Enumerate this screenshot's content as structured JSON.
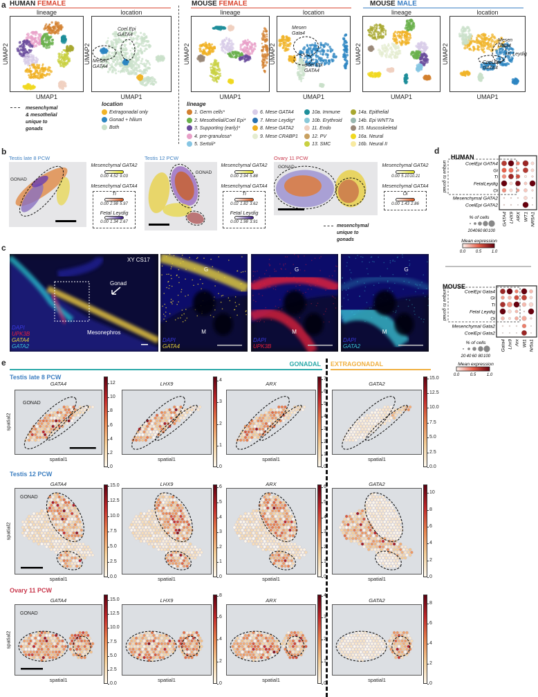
{
  "panel_labels": {
    "a": "a",
    "b": "b",
    "c": "c",
    "d": "d",
    "e": "e"
  },
  "a": {
    "groups": [
      {
        "species": "HUMAN",
        "sex": "FEMALE",
        "sex_color": "#d9452f",
        "panels": [
          {
            "title": "lineage",
            "xlabel": "UMAP1",
            "ylabel": "UMAP2",
            "annotations": []
          },
          {
            "title": "location",
            "xlabel": "UMAP1",
            "ylabel": "UMAP2",
            "annotations": [
              "Coel Epi\nGATA4",
              "Mesen\nGATA4"
            ]
          }
        ]
      },
      {
        "species": "MOUSE",
        "sex": "FEMALE",
        "sex_color": "#d9452f",
        "panels": [
          {
            "title": "lineage",
            "xlabel": "UMAP1",
            "ylabel": "UMAP2",
            "annotations": []
          },
          {
            "title": "location",
            "xlabel": "UMAP1",
            "ylabel": "UMAP2",
            "annotations": [
              "Mesen\nGata4",
              "Coel Epi\nGATA4"
            ]
          }
        ]
      },
      {
        "species": "MOUSE",
        "sex": "MALE",
        "sex_color": "#3b7fc4",
        "panels": [
          {
            "title": "lineage",
            "xlabel": "UMAP1",
            "ylabel": "UMAP2",
            "annotations": []
          },
          {
            "title": "location",
            "xlabel": "UMAP1",
            "ylabel": "UMAP2",
            "annotations": [
              "Mesen\nGata4",
              "F. Leydig",
              "Coel Epi\nGATA4"
            ]
          }
        ]
      }
    ],
    "note": "mesenchymal\n& mesothelial\nunique to gonads",
    "location_legend": {
      "title": "location",
      "items": [
        {
          "label": "Extragonadal only",
          "color": "#f0b429"
        },
        {
          "label": "Gonad + hilium",
          "color": "#2e86c1"
        },
        {
          "label": "Both",
          "color": "#c9e0c9"
        }
      ]
    },
    "lineage_legend": {
      "title": "lineage",
      "items": [
        {
          "label": "1. Germ cells*",
          "color": "#d3802f"
        },
        {
          "label": "2. Mesothelial/Coel Epi*",
          "color": "#6ab04c"
        },
        {
          "label": "3. Supporting (early)*",
          "color": "#6a4c9c"
        },
        {
          "label": "4. pre-granulosa*",
          "color": "#e8a0c8"
        },
        {
          "label": "5. Sertoli*",
          "color": "#86c5e3"
        },
        {
          "label": "6. Mese GATA4",
          "color": "#d8cce8"
        },
        {
          "label": "7. Mese  Leydig*",
          "color": "#2871b0"
        },
        {
          "label": "8. Mese GATA2",
          "color": "#f0b020"
        },
        {
          "label": "9. Mese CRABP1",
          "color": "#e4ecd0"
        },
        {
          "label": "10a. Immune",
          "color": "#1e8e99"
        },
        {
          "label": "10b. Erythroid",
          "color": "#88c8d8"
        },
        {
          "label": "11. Endo",
          "color": "#f0d0c0"
        },
        {
          "label": "12. PV",
          "color": "#c8a060"
        },
        {
          "label": "13. SMC",
          "color": "#c8d040"
        },
        {
          "label": "14a. Epithelial",
          "color": "#a8a830"
        },
        {
          "label": "14b. Epi WNT7a",
          "color": "#9ab8b0"
        },
        {
          "label": "15. Muscoskeletal",
          "color": "#9a8878"
        },
        {
          "label": "16a. Neural",
          "color": "#f0d820"
        },
        {
          "label": "16b. Neural II",
          "color": "#f8eaa0"
        }
      ]
    }
  },
  "b": {
    "sections": [
      {
        "title": "Testis late 8 PCW",
        "title_color": "#3d7fc1",
        "gonad_label": "GONAD",
        "gata2": {
          "label": "Mesenchymal GATA2",
          "ticks": [
            "0.00",
            "4.52",
            "9.03"
          ],
          "color": "#e6e619"
        },
        "gata4_label": "Mesenchymal GATA4",
        "gata4_items": [
          {
            "label": "Ti",
            "ticks": [
              "0.00",
              "2.98",
              "5.97"
            ],
            "color": "#e0561a"
          },
          {
            "label": "Fetal Leydig",
            "ticks": [
              "0.00",
              "1.34",
              "2.67"
            ],
            "color": "#3b1a8a"
          }
        ]
      },
      {
        "title": "Testis 12 PCW",
        "title_color": "#3d7fc1",
        "gonad_label": "GONAD",
        "gata2": {
          "label": "Mesenchymal GATA2",
          "ticks": [
            "0.00",
            "2.94",
            "5.88"
          ],
          "color": "#e6e619"
        },
        "gata4_label": "Mesenchymal GATA4",
        "gata4_items": [
          {
            "label": "Ti",
            "ticks": [
              "0.02",
              "1.82",
              "3.62"
            ],
            "color": "#e0561a"
          },
          {
            "label": "Fetal Leydig",
            "ticks": [
              "0.00",
              "1.98",
              "3.91"
            ],
            "color": "#3b1a8a"
          }
        ]
      },
      {
        "title": "Ovary 11 PCW",
        "title_color": "#c8364a",
        "gonad_label": "GONAD",
        "gata2": {
          "label": "Mesenchymal GATA2",
          "ticks": [
            "0.00",
            "5.10",
            "10.21"
          ],
          "color": "#e6e619"
        },
        "gata4_label": "Mesenchymal GATA4",
        "gata4_items": [
          {
            "label": "Oi",
            "ticks": [
              "0.00",
              "1.43",
              "2.86"
            ],
            "color": "#e0561a"
          }
        ]
      }
    ],
    "note": "mesenchymal\nunique to gonads"
  },
  "c": {
    "panels": [
      {
        "title": "XY CS17",
        "labels": [
          "Gonad",
          "Mesonephros"
        ],
        "channels": [
          {
            "name": "DAPI",
            "color": "#3a3ae0"
          },
          {
            "name": "UPK3B",
            "color": "#e8203a"
          },
          {
            "name": "GATA4",
            "color": "#e8d23a"
          },
          {
            "name": "GATA2",
            "color": "#3ac8d8"
          }
        ]
      },
      {
        "labels": [
          "G",
          "M"
        ],
        "channels": [
          {
            "name": "DAPI",
            "color": "#3a3ae0"
          },
          {
            "name": "GATA4",
            "color": "#e8d23a"
          }
        ]
      },
      {
        "labels": [
          "G",
          "M"
        ],
        "channels": [
          {
            "name": "DAPI",
            "color": "#3a3ae0"
          },
          {
            "name": "UPK3B",
            "color": "#e8203a"
          }
        ]
      },
      {
        "labels": [
          "G",
          "M"
        ],
        "channels": [
          {
            "name": "DAPI",
            "color": "#3a3ae0"
          },
          {
            "name": "GATA2",
            "color": "#3ac8d8"
          }
        ]
      }
    ]
  },
  "d": {
    "side_label": "unique to gonad",
    "size_legend": {
      "title": "% of cells",
      "values": [
        "20",
        "40",
        "60",
        "80",
        "100"
      ]
    },
    "color_legend": {
      "title": "Mean expression",
      "ticks": [
        "0.0",
        "0.5",
        "1.0"
      ],
      "colors": [
        "#fff5f0",
        "#e8604a",
        "#67000d"
      ]
    },
    "species": [
      {
        "title": "HUMAN",
        "rows": [
          "CoelEpi GATA4",
          "Gi",
          "Ti",
          "FetalLeydig",
          "Oi",
          "Mesenchymal GATA2",
          "CoelEpi GATA2"
        ],
        "cols": [
          "GATA4",
          "LHX9",
          "ARX",
          "WT1",
          "NR5A1"
        ],
        "pct_cells": [
          [
            0.8,
            0.9,
            0.5,
            0.9,
            0.4
          ],
          [
            0.7,
            0.7,
            0.3,
            0.8,
            0.4
          ],
          [
            0.6,
            0.8,
            0.6,
            0.3,
            0.2
          ],
          [
            0.9,
            0.4,
            0.8,
            0.4,
            0.9
          ],
          [
            0.6,
            0.4,
            0.4,
            0.5,
            0.2
          ],
          [
            0.1,
            0.1,
            0.1,
            0.5,
            0.05
          ],
          [
            0.1,
            0.1,
            0.05,
            0.9,
            0.05
          ]
        ],
        "mean_expr": [
          [
            0.7,
            1.0,
            0.4,
            0.8,
            0.1
          ],
          [
            0.5,
            0.45,
            0.3,
            0.7,
            0.1
          ],
          [
            0.35,
            0.8,
            0.6,
            0.05,
            0.1
          ],
          [
            1.0,
            0.1,
            0.95,
            0.15,
            1.0
          ],
          [
            0.35,
            0.1,
            0.3,
            0.15,
            0.1
          ],
          [
            0.1,
            0.1,
            0.1,
            0.1,
            0.05
          ],
          [
            0.1,
            0.1,
            0.05,
            1.0,
            0.05
          ]
        ]
      },
      {
        "title": "MOUSE",
        "rows": [
          "CoelEpi Gata4",
          "Gi",
          "Ti",
          "Fetal Leydig",
          "Oi",
          "Mesenchymal Gata2",
          "CoelEpi Gata2"
        ],
        "cols": [
          "Gata4",
          "Lhx9",
          "Arx",
          "Wt1",
          "Nr5a1"
        ],
        "pct_cells": [
          [
            0.8,
            0.9,
            0.5,
            0.9,
            0.5
          ],
          [
            0.5,
            0.5,
            0.7,
            0.8,
            0.4
          ],
          [
            0.8,
            0.8,
            0.9,
            0.6,
            0.6
          ],
          [
            0.9,
            0.5,
            0.4,
            0.1,
            0.9
          ],
          [
            0.5,
            0.3,
            0.5,
            0.7,
            0.2
          ],
          [
            0.1,
            0.1,
            0.1,
            0.6,
            0.05
          ],
          [
            0.05,
            0.05,
            0.05,
            0.8,
            0.05
          ]
        ],
        "mean_expr": [
          [
            0.8,
            1.0,
            0.4,
            1.0,
            0.2
          ],
          [
            0.3,
            0.2,
            0.6,
            0.65,
            0.1
          ],
          [
            0.75,
            0.35,
            1.0,
            0.2,
            0.1
          ],
          [
            1.0,
            0.1,
            0.2,
            0.1,
            1.0
          ],
          [
            0.2,
            0.1,
            0.25,
            0.25,
            0.1
          ],
          [
            0.05,
            0.05,
            0.05,
            0.4,
            0.05
          ],
          [
            0.05,
            0.05,
            0.05,
            0.8,
            0.05
          ]
        ]
      }
    ]
  },
  "e": {
    "header": {
      "gonadal": "GONADAL",
      "gonadal_color": "#2aa8a8",
      "extragonadal": "EXTRAGONADAL",
      "extragonadal_color": "#f0b040"
    },
    "xlabel": "spatial1",
    "ylabel": "spatial2",
    "gonad_label": "GONAD",
    "colormap": [
      "#fffaf0",
      "#f5cf98",
      "#e8844e",
      "#c0282a",
      "#5a0010"
    ],
    "rows": [
      {
        "title": "Testis late 8 PCW",
        "title_color": "#3d7fc1",
        "plots": [
          {
            "gene": "GATA4",
            "vmax": 13,
            "ticks": [
              "0",
              "2",
              "4",
              "6",
              "8",
              "10",
              "12"
            ]
          },
          {
            "gene": "LHX9",
            "vmax": 4.2,
            "ticks": [
              "0",
              "1",
              "2",
              "3",
              "4"
            ]
          },
          {
            "gene": "ARX",
            "vmax": 7.2,
            "ticks": [
              "0",
              "1",
              "2",
              "3",
              "4",
              "5",
              "6",
              "7"
            ]
          },
          {
            "gene": "GATA2",
            "vmax": 15.3,
            "ticks": [
              "0.0",
              "2.5",
              "5.0",
              "7.5",
              "10.0",
              "12.5",
              "15.0"
            ]
          }
        ]
      },
      {
        "title": "Testis 12 PCW",
        "title_color": "#3d7fc1",
        "plots": [
          {
            "gene": "GATA4",
            "vmax": 15.2,
            "ticks": [
              "0.0",
              "2.5",
              "5.0",
              "7.5",
              "10.0",
              "12.5",
              "15.0"
            ]
          },
          {
            "gene": "LHX9",
            "vmax": 6.2,
            "ticks": [
              "0",
              "1",
              "2",
              "3",
              "4",
              "5",
              "6"
            ]
          },
          {
            "gene": "ARX",
            "vmax": 6.2,
            "ticks": [
              "0",
              "1",
              "2",
              "3",
              "4",
              "5",
              "6"
            ]
          },
          {
            "gene": "GATA2",
            "vmax": 11,
            "ticks": [
              "0",
              "2",
              "4",
              "6",
              "8",
              "10"
            ]
          }
        ]
      },
      {
        "title": "Ovary 11 PCW",
        "title_color": "#c8364a",
        "plots": [
          {
            "gene": "GATA4",
            "vmax": 16,
            "ticks": [
              "0.0",
              "2.5",
              "5.0",
              "7.5",
              "10.0",
              "12.5",
              "15.0"
            ]
          },
          {
            "gene": "LHX9",
            "vmax": 8.1,
            "ticks": [
              "0",
              "2",
              "4",
              "6",
              "8"
            ]
          },
          {
            "gene": "ARX",
            "vmax": 4.05,
            "ticks": [
              "0",
              "1",
              "2",
              "3",
              "4"
            ]
          },
          {
            "gene": "GATA2",
            "vmax": 8.9,
            "ticks": [
              "0",
              "2",
              "4",
              "6",
              "8"
            ]
          }
        ]
      }
    ]
  }
}
